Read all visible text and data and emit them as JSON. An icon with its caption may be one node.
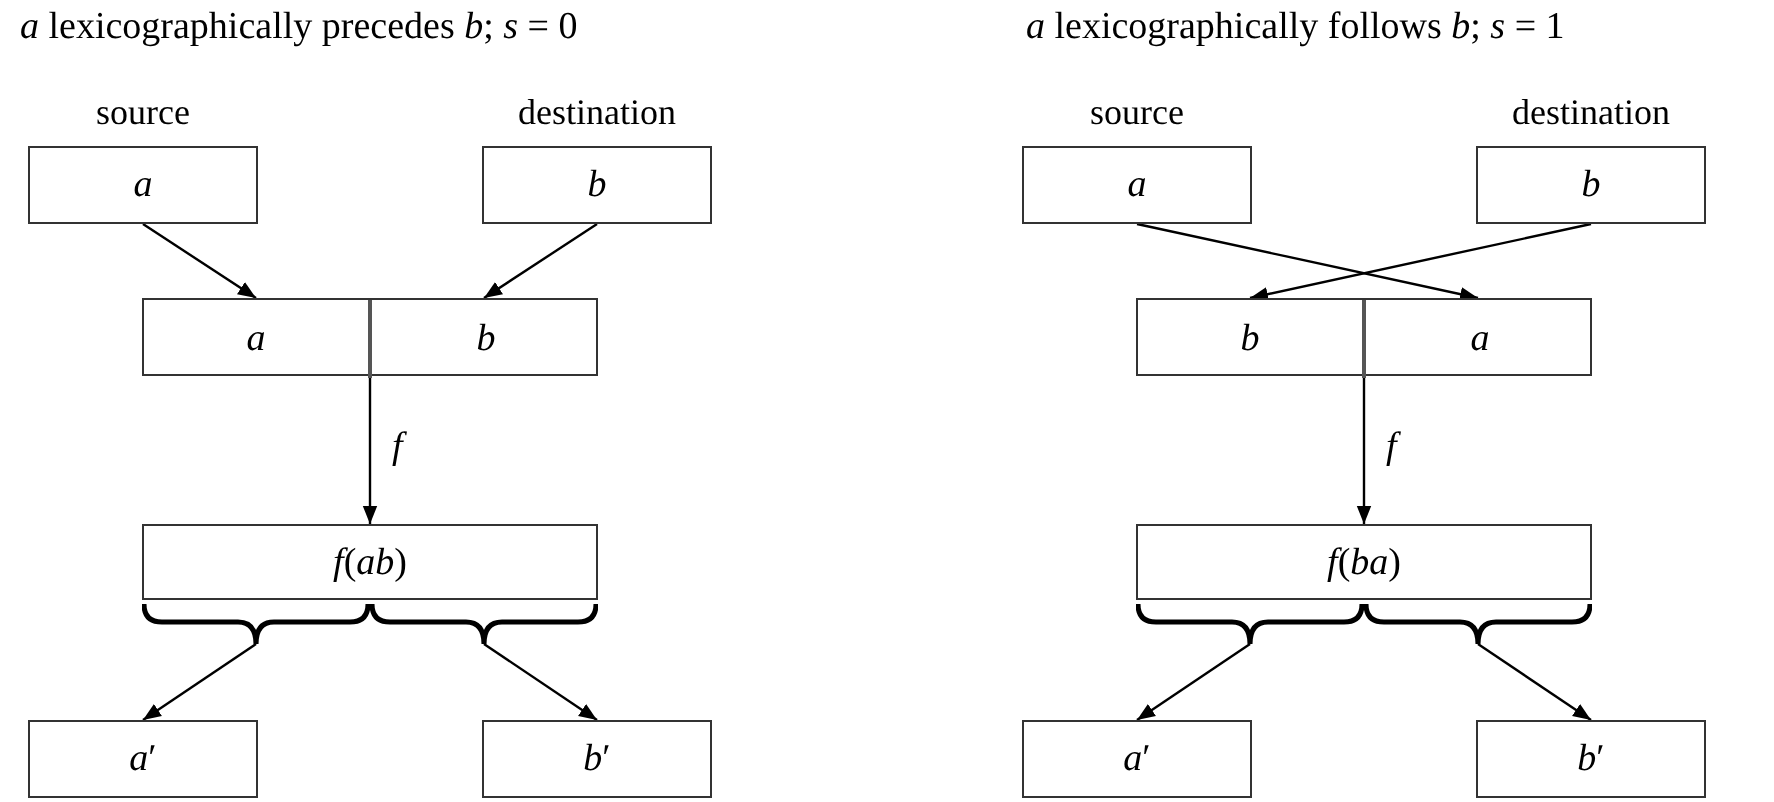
{
  "diagram": {
    "nodes": [
      {
        "text": [
          "source",
          "*a*"
        ]
      },
      {
        "text": [
          "destination",
          "*b*"
        ]
      },
      {
        "text": [],
        "shape": "box"
      },
      {
        "text": [
          "*a*"
        ],
        "in": 2
      },
      {
        "text": [
          "*b*"
        ],
        "in": 2
      },
      {
        "text": [
          "*f*(*ab*)"
        ]
      },
      {
        "text": [],
        "shape": "brace"
      },
      {
        "text": [],
        "shape": "brace"
      },
      {
        "text": [
          "*a*′"
        ]
      },
      {
        "text": [
          "*b*′"
        ]
      },
      {
        "text": [
          "source",
          "*a*"
        ]
      },
      {
        "text": [
          "destination",
          "*b*"
        ]
      },
      {
        "text": [],
        "shape": "box"
      },
      {
        "text": [
          "*b*"
        ],
        "in": 12
      },
      {
        "text": [
          "*a*"
        ],
        "in": 12
      },
      {
        "text": [
          "*f*(*ba*)"
        ]
      },
      {
        "text": [],
        "shape": "brace"
      },
      {
        "text": [],
        "shape": "brace"
      },
      {
        "text": [
          "*a*′"
        ]
      },
      {
        "text": [
          "*b*′"
        ]
      }
    ],
    "edges": [
      {
        "from": 0,
        "to": 3,
        "arrow": "to"
      },
      {
        "from": 1,
        "to": 4,
        "arrow": "to"
      },
      {
        "from": 2,
        "to": 5,
        "arrow": "to",
        "label": "*f*"
      },
      {
        "from": 6,
        "to": 8,
        "arrow": "to"
      },
      {
        "from": 7,
        "to": 9,
        "arrow": "to"
      },
      {
        "from": 10,
        "to": 14,
        "arrow": "to"
      },
      {
        "from": 11,
        "to": 13,
        "arrow": "to"
      },
      {
        "from": 12,
        "to": 15,
        "arrow": "to",
        "label": "*f*"
      },
      {
        "from": 16,
        "to": 18,
        "arrow": "to"
      },
      {
        "from": 17,
        "to": 19,
        "arrow": "to"
      }
    ],
    "labels": [
      "*a* lexicographically precedes *b*; *s* = 0",
      "*a* lexicographically follows *b*; *s* = 1"
    ]
  }
}
